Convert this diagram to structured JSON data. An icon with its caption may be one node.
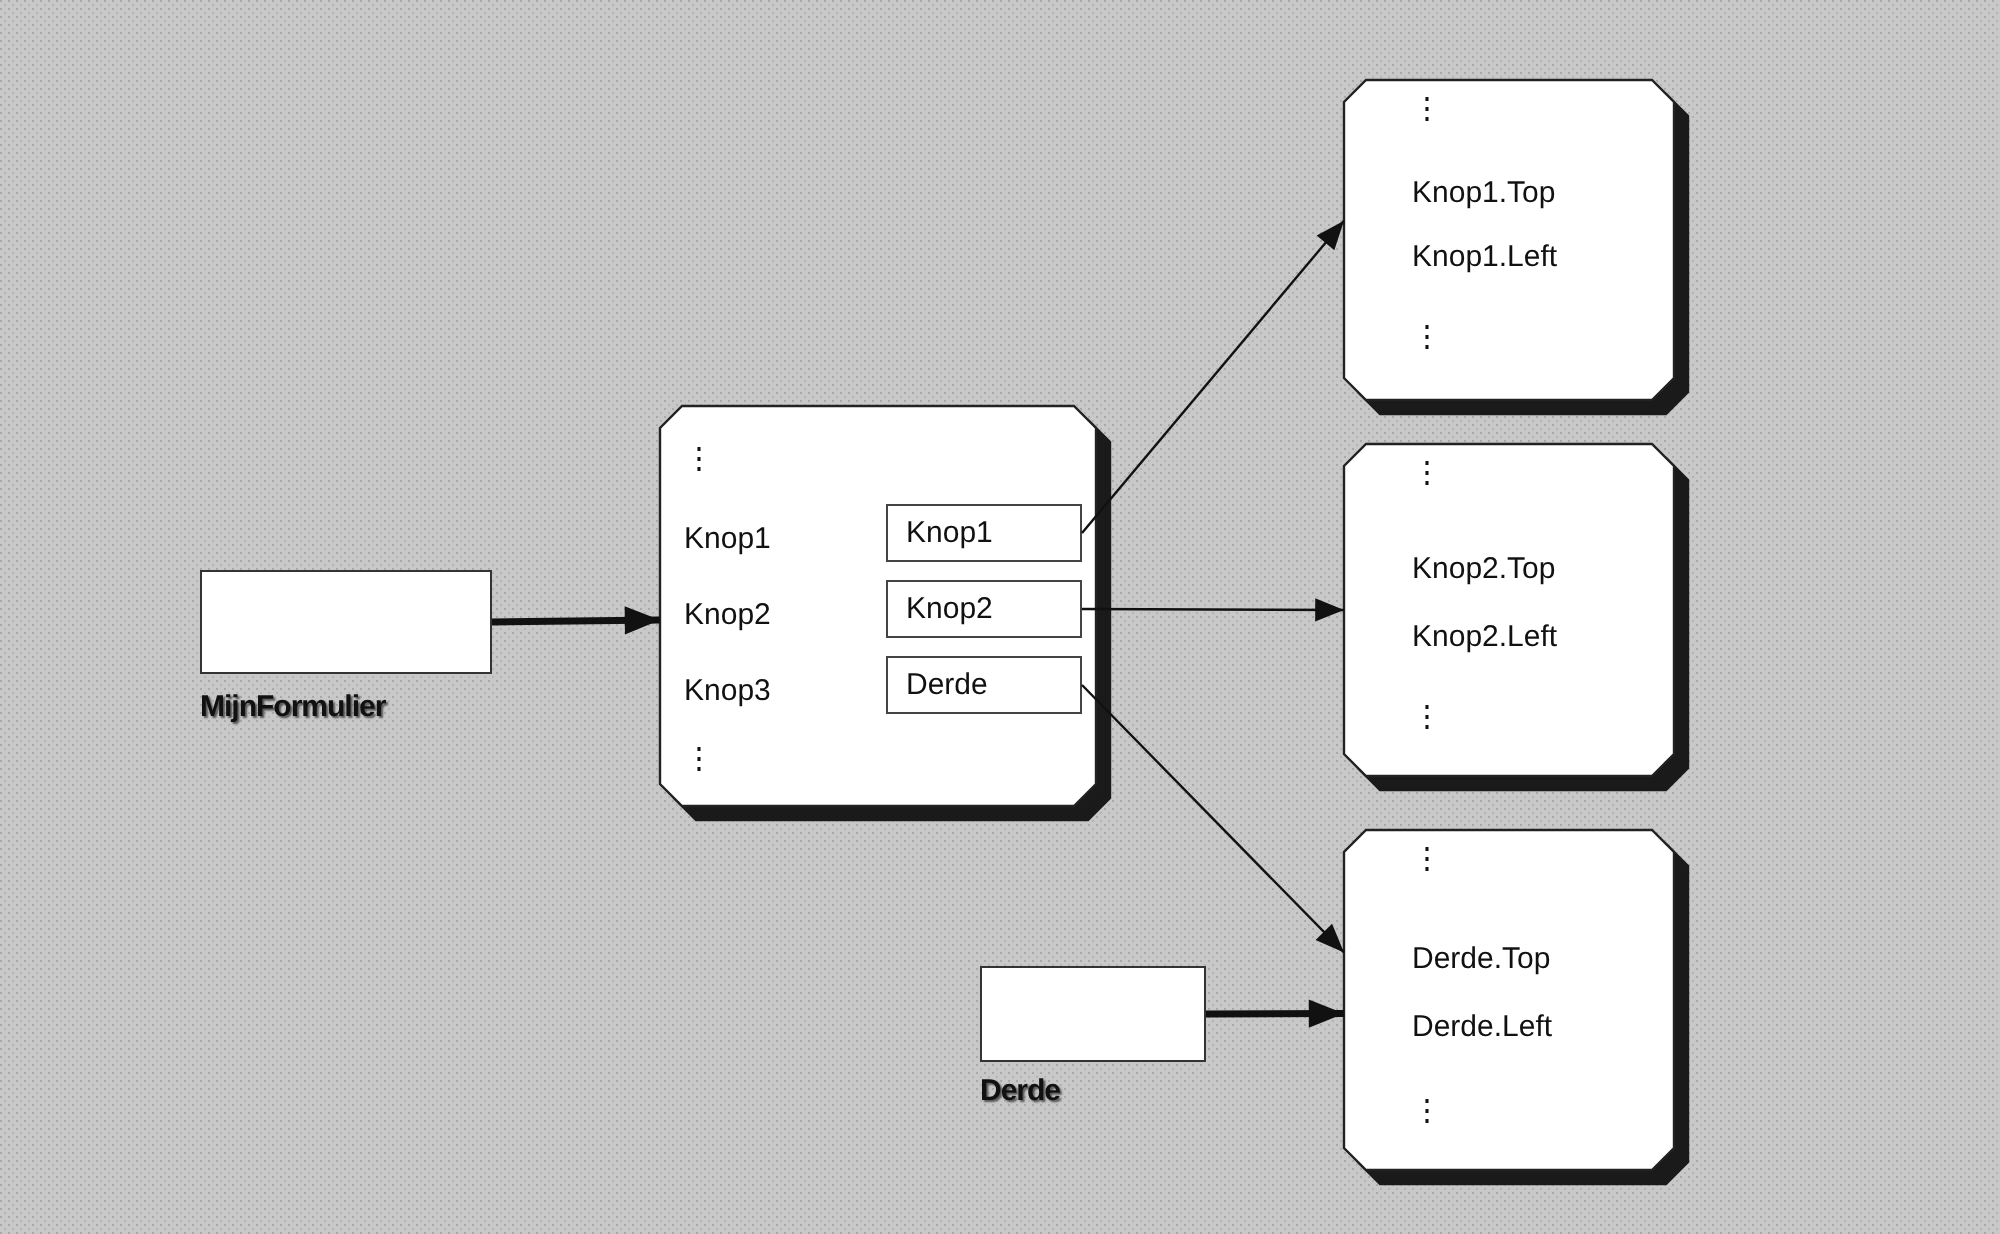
{
  "diagram": {
    "nodes": [
      {
        "text": [],
        "shape": "box",
        "beside": [
          "MijnFormulier"
        ]
      },
      {
        "text": [
          "⋮",
          "Knop1",
          "Knop2",
          "Knop3",
          "⋮"
        ]
      },
      {
        "text": [
          "Knop1"
        ],
        "in": 1
      },
      {
        "text": [
          "Knop2"
        ],
        "in": 1
      },
      {
        "text": [
          "Derde"
        ],
        "in": 1
      },
      {
        "text": [
          "⋮",
          "Knop1.Top",
          "Knop1.Left",
          "⋮"
        ]
      },
      {
        "text": [
          "⋮",
          "Knop2.Top",
          "Knop2.Left",
          "⋮"
        ]
      },
      {
        "text": [
          "⋮",
          "Derde.Top",
          "Derde.Left",
          "⋮"
        ]
      },
      {
        "text": [],
        "shape": "box",
        "beside": [
          "Derde"
        ]
      }
    ],
    "edges": [
      {
        "from": 0,
        "to": 1,
        "arrow": "to",
        "style": "thick"
      },
      {
        "from": 2,
        "to": 5,
        "arrow": "to"
      },
      {
        "from": 3,
        "to": 6,
        "arrow": "to"
      },
      {
        "from": 4,
        "to": 7,
        "arrow": "to"
      },
      {
        "from": 8,
        "to": 7,
        "arrow": "to",
        "style": "thick"
      }
    ]
  }
}
